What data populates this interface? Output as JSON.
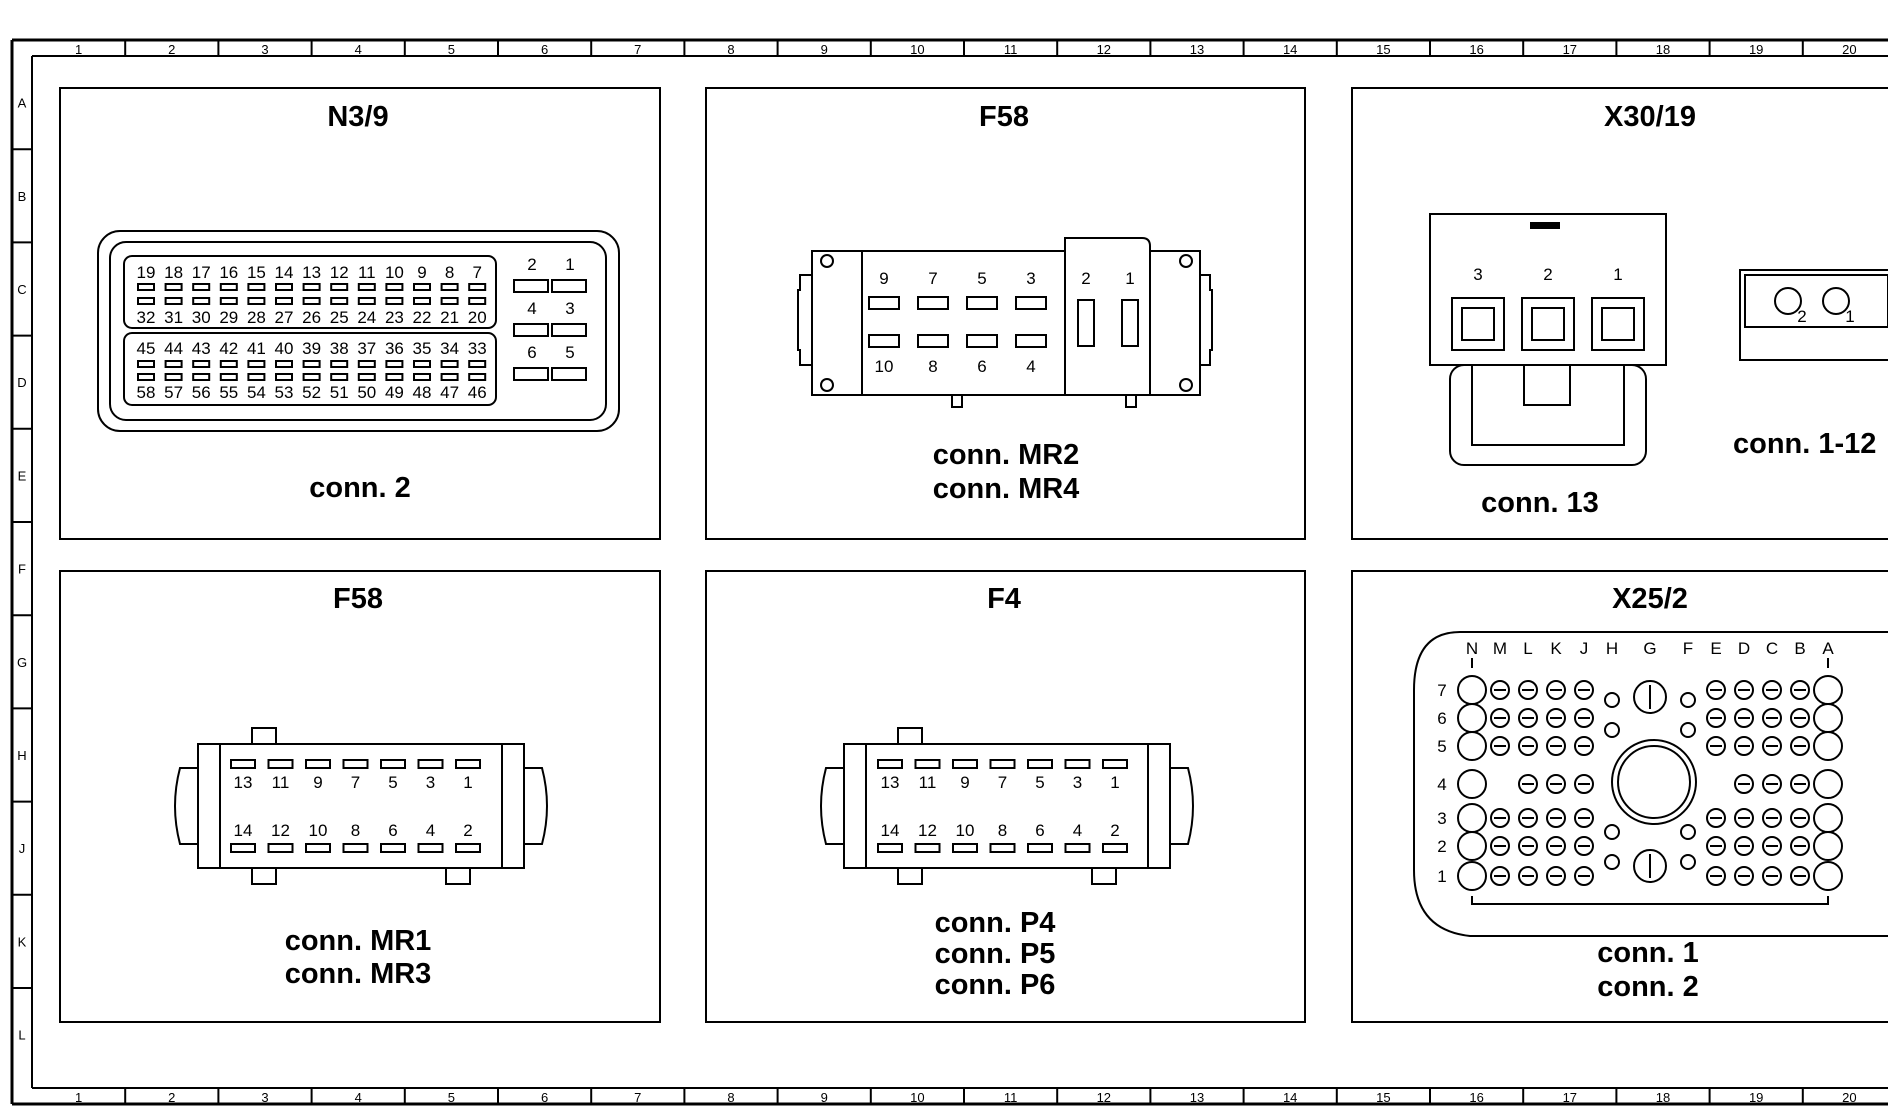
{
  "grid": {
    "columns": [
      "1",
      "2",
      "3",
      "4",
      "5",
      "6",
      "7",
      "8",
      "9",
      "10",
      "11",
      "12",
      "13",
      "14",
      "15",
      "16",
      "17",
      "18",
      "19",
      "20"
    ],
    "rows": [
      "A",
      "B",
      "C",
      "D",
      "E",
      "F",
      "G",
      "H",
      "J",
      "K",
      "L"
    ]
  },
  "panels": [
    {
      "title": "N3/9",
      "conn": [
        "conn. 2"
      ]
    },
    {
      "title": "F58",
      "conn": [
        "conn. MR2",
        "conn. MR4"
      ]
    },
    {
      "title": "X30/19",
      "conn": [
        "conn. 13",
        "conn. 1-12"
      ]
    },
    {
      "title": "F58",
      "conn": [
        "conn. MR1",
        "conn. MR3"
      ]
    },
    {
      "title": "F4",
      "conn": [
        "conn. P4",
        "conn. P5",
        "conn. P6"
      ]
    },
    {
      "title": "X25/2",
      "conn": [
        "conn. 1",
        "conn. 2"
      ]
    }
  ],
  "n39": {
    "row1": [
      "19",
      "18",
      "17",
      "16",
      "15",
      "14",
      "13",
      "12",
      "11",
      "10",
      "9",
      "8",
      "7"
    ],
    "row2": [
      "32",
      "31",
      "30",
      "29",
      "28",
      "27",
      "26",
      "25",
      "24",
      "23",
      "22",
      "21",
      "20"
    ],
    "row3": [
      "45",
      "44",
      "43",
      "42",
      "41",
      "40",
      "39",
      "38",
      "37",
      "36",
      "35",
      "34",
      "33"
    ],
    "row4": [
      "58",
      "57",
      "56",
      "55",
      "54",
      "53",
      "52",
      "51",
      "50",
      "49",
      "48",
      "47",
      "46"
    ],
    "side": [
      "2",
      "1",
      "4",
      "3",
      "6",
      "5"
    ]
  },
  "f58_top": {
    "top": [
      "9",
      "7",
      "5",
      "3"
    ],
    "bottom": [
      "10",
      "8",
      "6",
      "4"
    ],
    "right": [
      "2",
      "1"
    ]
  },
  "x3019": {
    "pins": [
      "3",
      "2",
      "1"
    ],
    "small": [
      "2",
      "1"
    ]
  },
  "f58_bottom": {
    "top": [
      "13",
      "11",
      "9",
      "7",
      "5",
      "3",
      "1"
    ],
    "bottom": [
      "14",
      "12",
      "10",
      "8",
      "6",
      "4",
      "2"
    ]
  },
  "f4": {
    "top": [
      "13",
      "11",
      "9",
      "7",
      "5",
      "3",
      "1"
    ],
    "bottom": [
      "14",
      "12",
      "10",
      "8",
      "6",
      "4",
      "2"
    ]
  },
  "x252": {
    "cols": [
      "N",
      "M",
      "L",
      "K",
      "J",
      "H",
      "G",
      "F",
      "E",
      "D",
      "C",
      "B",
      "A"
    ],
    "rows": [
      "7",
      "6",
      "5",
      "4",
      "3",
      "2",
      "1"
    ]
  }
}
